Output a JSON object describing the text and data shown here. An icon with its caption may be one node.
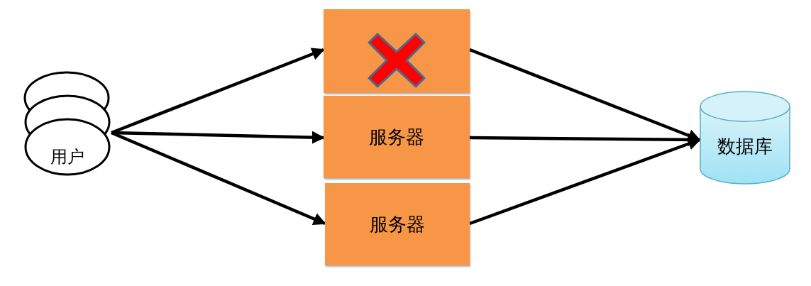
{
  "diagram": {
    "nodes": [
      {
        "text": [
          "用户"
        ]
      },
      {
        "text": [],
        "shape": "box"
      },
      {
        "text": [
          "服务器"
        ]
      },
      {
        "text": [
          "服务器"
        ]
      },
      {
        "text": [
          "数据库"
        ]
      }
    ],
    "edges": [
      {
        "from": 0,
        "to": 1,
        "arrow": "to"
      },
      {
        "from": 0,
        "to": 2,
        "arrow": "to"
      },
      {
        "from": 0,
        "to": 3,
        "arrow": "to"
      },
      {
        "from": 1,
        "to": 4,
        "arrow": "to"
      },
      {
        "from": 2,
        "to": 4,
        "arrow": "to"
      },
      {
        "from": 3,
        "to": 4,
        "arrow": "to"
      }
    ]
  }
}
